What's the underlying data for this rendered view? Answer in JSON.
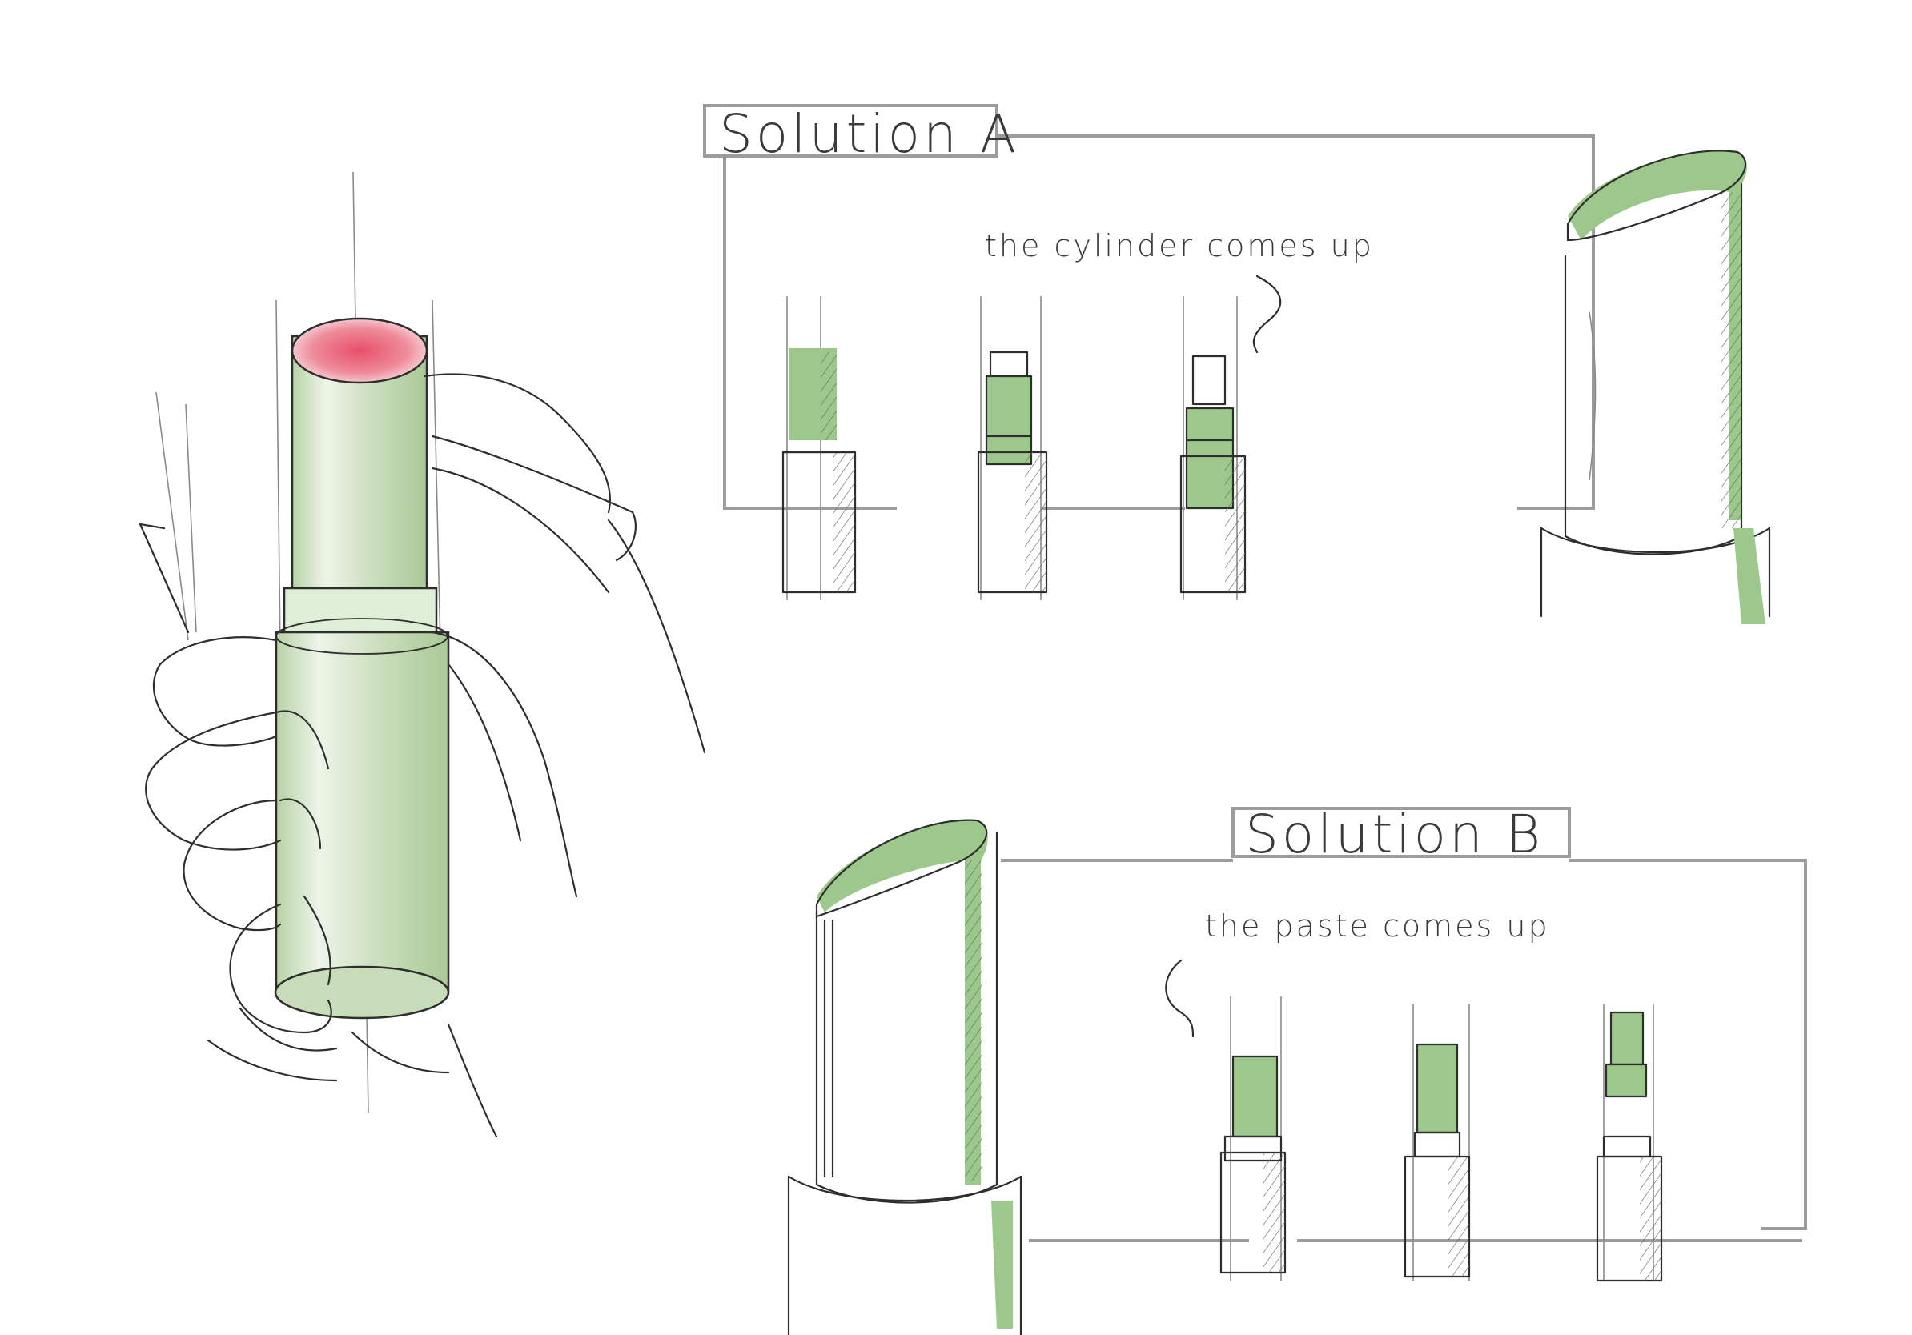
{
  "sketch": {
    "solution_a": {
      "title": "Solution A",
      "note": "the cylinder comes up"
    },
    "solution_b": {
      "title": "Solution B",
      "note": "the paste comes up"
    }
  },
  "colors": {
    "accent_green": "#9cc98b",
    "body_green": "#c7dcb8",
    "tip_red": "#e05a6e",
    "pencil": "#2e2e2e",
    "frame_grey": "#9c9c9c"
  }
}
